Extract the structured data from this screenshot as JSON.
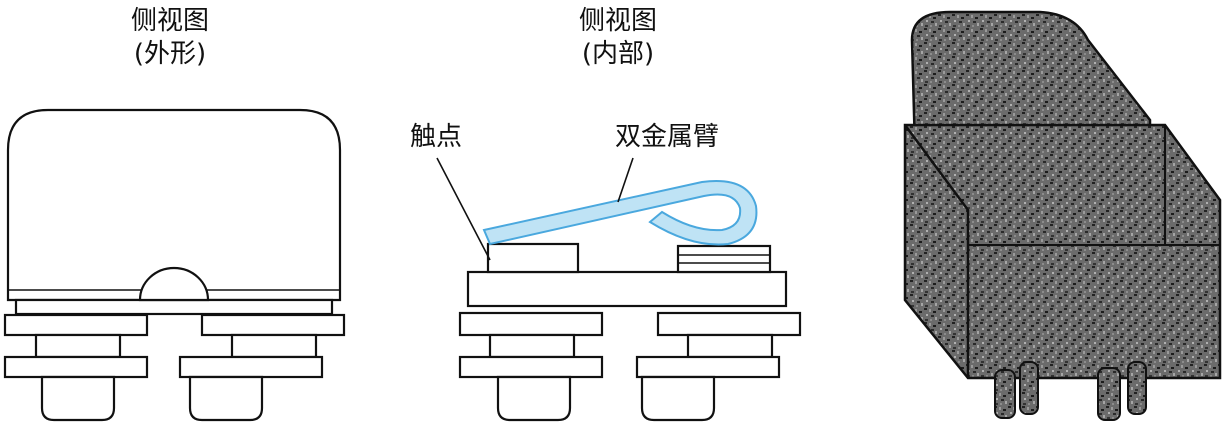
{
  "panels": [
    {
      "title": "侧视图",
      "subtitle": "(外形)"
    },
    {
      "title": "侧视图",
      "subtitle": "(内部)"
    }
  ],
  "labels": {
    "contact": "触点",
    "bimetal": "双金属臂"
  },
  "colors": {
    "bimetal_fill": "#bfe3f5",
    "bimetal_stroke": "#4aa8de",
    "ink": "#111111",
    "photo_dark": "#3a3a3a"
  }
}
